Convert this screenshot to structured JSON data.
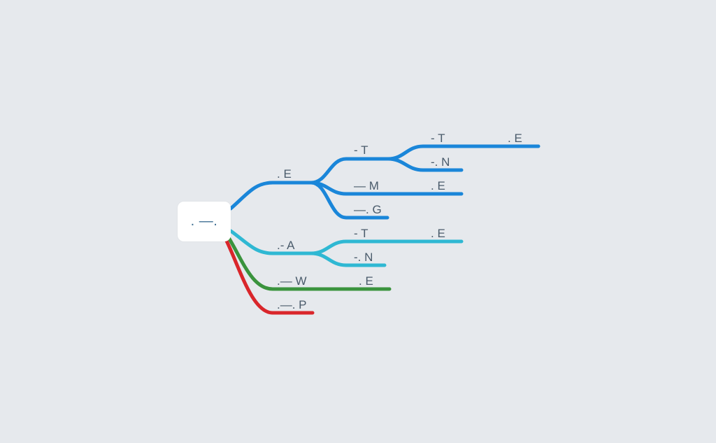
{
  "colors": {
    "background": "#e6e9ed",
    "root_fill": "#ffffff",
    "root_text": "#3f6f93",
    "label_text": "#4a5b6b",
    "blue": "#1a86d9",
    "cyan": "#2fb8d3",
    "green": "#3a933d",
    "red": "#d9262b"
  },
  "root": {
    "label": ". —."
  },
  "nodes": [
    {
      "id": "E",
      "label": ". E",
      "color": "blue"
    },
    {
      "id": "ET",
      "label": "- T",
      "color": "blue"
    },
    {
      "id": "ETT",
      "label": "- T",
      "color": "blue"
    },
    {
      "id": "ETTE",
      "label": ". E",
      "color": "blue"
    },
    {
      "id": "ETN",
      "label": "-. N",
      "color": "blue"
    },
    {
      "id": "EM",
      "label": "— M",
      "color": "blue"
    },
    {
      "id": "EME",
      "label": ". E",
      "color": "blue"
    },
    {
      "id": "EG",
      "label": "—. G",
      "color": "blue"
    },
    {
      "id": "A",
      "label": ".- A",
      "color": "cyan"
    },
    {
      "id": "AT",
      "label": "- T",
      "color": "cyan"
    },
    {
      "id": "ATE",
      "label": ". E",
      "color": "cyan"
    },
    {
      "id": "AN",
      "label": "-. N",
      "color": "cyan"
    },
    {
      "id": "W",
      "label": ".— W",
      "color": "green"
    },
    {
      "id": "WE",
      "label": ". E",
      "color": "green"
    },
    {
      "id": "P",
      "label": ".—. P",
      "color": "red"
    }
  ]
}
